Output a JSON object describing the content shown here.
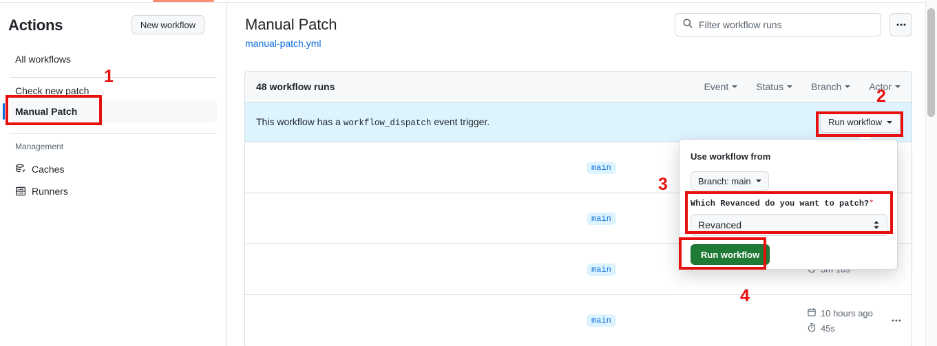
{
  "sidebar": {
    "title": "Actions",
    "new_workflow_label": "New workflow",
    "items": [
      {
        "label": "All workflows",
        "icon": ""
      },
      {
        "label": "Check new patch",
        "icon": ""
      },
      {
        "label": "Manual Patch",
        "icon": ""
      }
    ],
    "management_label": "Management",
    "management_items": [
      {
        "label": "Caches",
        "icon": "database-lightning-icon"
      },
      {
        "label": "Runners",
        "icon": "server-icon"
      }
    ]
  },
  "header": {
    "title": "Manual Patch",
    "subtitle": "manual-patch.yml",
    "search_placeholder": "Filter workflow runs",
    "search_value": "",
    "search_icon": "search-icon",
    "kebab_icon": "kebab-horizontal-icon"
  },
  "runs": {
    "count_label": "48 workflow runs",
    "filters": [
      "Event",
      "Status",
      "Branch",
      "Actor"
    ],
    "dispatch_text_before": "This workflow has a",
    "dispatch_code": "workflow_dispatch",
    "dispatch_text_after": "event trigger.",
    "run_workflow_label": "Run workflow",
    "rows": [
      {
        "branch": "main",
        "time": "",
        "duration": "",
        "has_kebab": false
      },
      {
        "branch": "main",
        "time": "",
        "duration": "",
        "has_kebab": false
      },
      {
        "branch": "main",
        "time": "",
        "duration": "3m 16s",
        "has_kebab": false
      },
      {
        "branch": "main",
        "time": "10 hours ago",
        "duration": "45s",
        "has_kebab": true
      }
    ]
  },
  "popover": {
    "use_workflow_from_label": "Use workflow from",
    "branch_button_label": "Branch: main",
    "input_label": "Which Revanced do you want to patch?",
    "required_marker": "*",
    "select_value": "Revanced",
    "select_options": [
      "Revanced"
    ],
    "submit_label": "Run workflow"
  },
  "annotations": {
    "numbers": [
      "1",
      "2",
      "3",
      "4"
    ]
  },
  "colors": {
    "accent_blue": "#0969da",
    "annotation_red": "#e8100f",
    "green_button": "#1f7a36",
    "banner_blue": "#ddf4ff",
    "tab_orange": "#fd8c73"
  }
}
